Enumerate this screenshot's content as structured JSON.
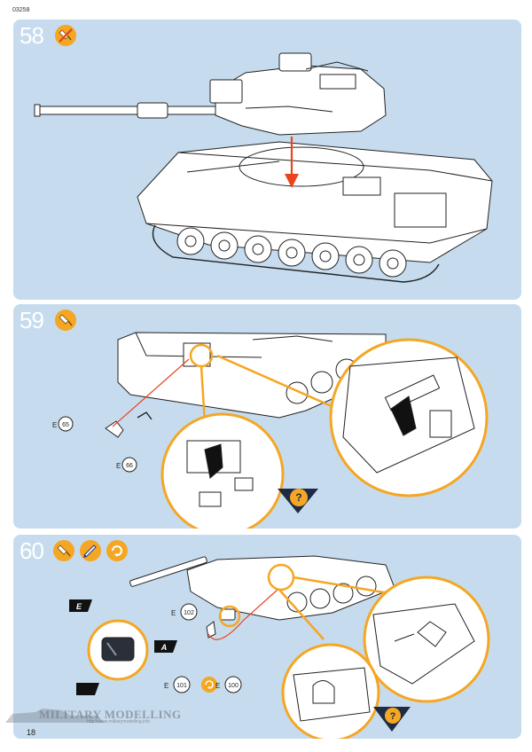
{
  "document_code": "03258",
  "page_number": "18",
  "watermark": {
    "title": "MILITARY MODELLING",
    "url": "http://www.militarymodelling.info"
  },
  "colors": {
    "panel": "#c6dcee",
    "accent": "#f5a623",
    "arrow": "#e8451e"
  },
  "steps": [
    {
      "number": "58",
      "icons": [
        "no-glue-icon"
      ]
    },
    {
      "number": "59",
      "icons": [
        "glue-icon"
      ]
    },
    {
      "number": "60",
      "icons": [
        "glue-icon",
        "paint-brush-icon",
        "repeat-icon"
      ]
    }
  ],
  "step59": {
    "parts": [
      {
        "sprue": "E",
        "part": "65"
      },
      {
        "sprue": "E",
        "part": "66"
      }
    ]
  },
  "step60": {
    "parts": [
      {
        "sprue": "E",
        "part": "102"
      },
      {
        "sprue": "E",
        "part": "101"
      },
      {
        "sprue": "E",
        "part": "100"
      }
    ],
    "tags": [
      "E",
      "A"
    ]
  }
}
